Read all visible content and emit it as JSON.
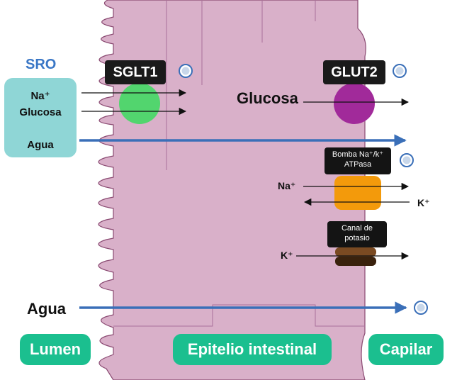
{
  "sro": {
    "title": "SRO",
    "na": "Na⁺",
    "glucosa": "Glucosa",
    "agua": "Agua"
  },
  "transporters": {
    "sglt1": "SGLT1",
    "glut2": "GLUT2",
    "bomba_line1": "Bomba Na⁺/k⁺",
    "bomba_line2": "ATPasa",
    "canal_line1": "Canal de",
    "canal_line2": "potasio"
  },
  "labels": {
    "glucosa": "Glucosa",
    "na": "Na⁺",
    "k_out": "K⁺",
    "k_channel": "K⁺",
    "agua": "Agua"
  },
  "regions": {
    "lumen": "Lumen",
    "epitelio": "Epitelio intestinal",
    "capilar": "Capilar"
  },
  "colors": {
    "epithelium": "#d9b0c9",
    "epithelium_stroke": "#8a4a72",
    "sglt1": "#52d56e",
    "glut2": "#a12a9a",
    "pump": "#f39a0b",
    "channel": "#5a3416",
    "water_arrow": "#3a6fb8",
    "region_pill": "#1bbf8f",
    "sro_box": "#8fd6d6",
    "sro_title": "#3a77c6"
  },
  "icons": {
    "info": "info-circle-icon"
  }
}
